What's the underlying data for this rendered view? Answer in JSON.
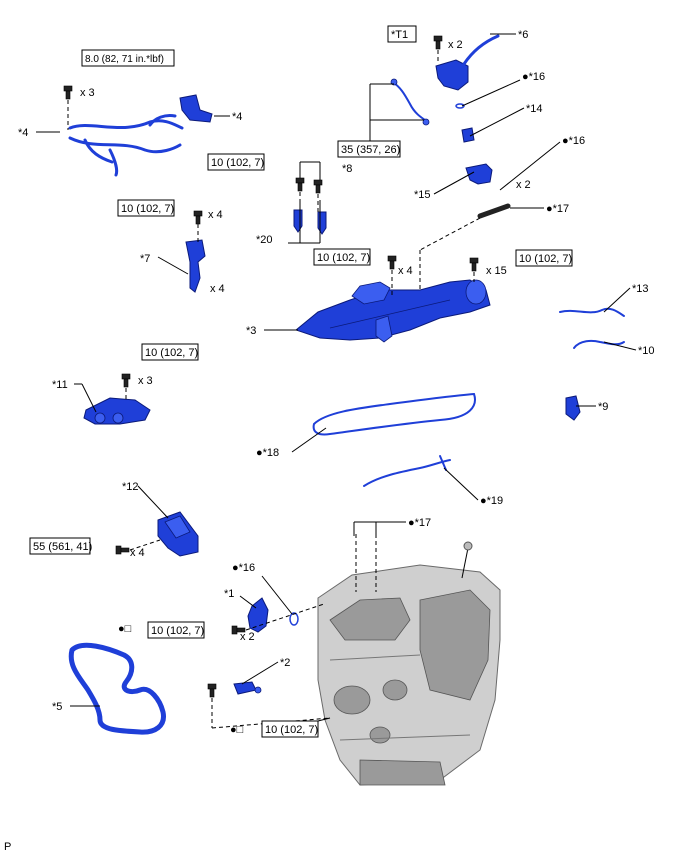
{
  "callouts": {
    "t1": "*T1",
    "n1": "*1",
    "n2": "*2",
    "n3": "*3",
    "n4a": "*4",
    "n4b": "*4",
    "n5": "*5",
    "n6": "*6",
    "n7": "*7",
    "n8": "*8",
    "n9": "*9",
    "n10": "*10",
    "n11": "*11",
    "n12": "*12",
    "n13": "*13",
    "n14": "*14",
    "n15": "*15",
    "n16a": "●*16",
    "n16b": "●*16",
    "n16c": "●*16",
    "n17a": "●*17",
    "n17b": "●*17",
    "n18": "●*18",
    "n19": "●*19",
    "n20": "*20",
    "dot_box_a": "●□",
    "dot_box_b": "●□"
  },
  "torques": {
    "t_8_0": "8.0 (82, 71 in.*lbf)",
    "t_35": "35 (357, 26)",
    "t_10_a": "10 (102, 7)",
    "t_10_b": "10 (102, 7)",
    "t_10_c": "10 (102, 7)",
    "t_10_d": "10 (102, 7)",
    "t_10_e": "10 (102, 7)",
    "t_10_f": "10 (102, 7)",
    "t_10_g": "10 (102, 7)",
    "t_55": "55 (561, 41)"
  },
  "quantities": {
    "q_x3_a": "x 3",
    "q_x3_b": "x 3",
    "q_x2_a": "x 2",
    "q_x2_b": "x 2",
    "q_x2_c": "x 2",
    "q_x4_a": "x 4",
    "q_x4_b": "x 4",
    "q_x4_c": "x 4",
    "q_x4_d": "x 4",
    "q_x15": "x 15"
  },
  "corner_mark": "P"
}
